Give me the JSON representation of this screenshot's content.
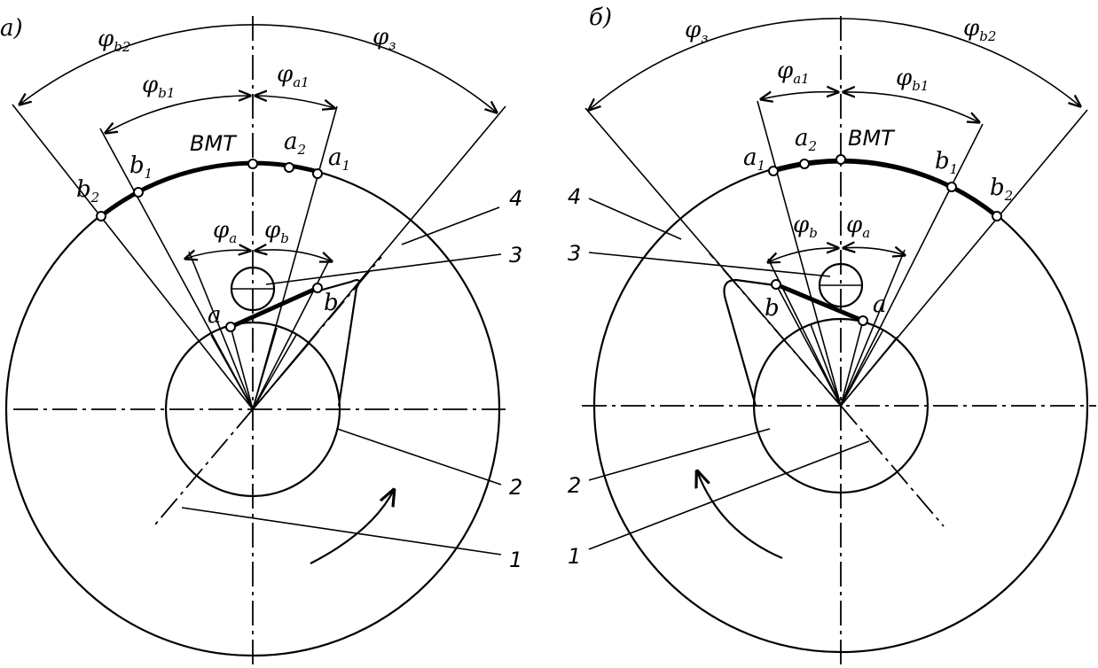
{
  "panels": [
    {
      "id": "a",
      "tag": "а)",
      "phi_b2": "φ",
      "phi_b2_sub": "b2",
      "phi_z": "φ",
      "phi_z_sub": "з",
      "phi_b1": "φ",
      "phi_b1_sub": "b1",
      "phi_a1": "φ",
      "phi_a1_sub": "a1",
      "phi_a": "φ",
      "phi_a_sub": "a",
      "phi_b": "φ",
      "phi_b_sub": "b",
      "vmt": "BMT",
      "b2": "b",
      "b2_sub": "2",
      "b1": "b",
      "b1_sub": "1",
      "a2": "a",
      "a2_sub": "2",
      "a1": "a",
      "a1_sub": "1",
      "a": "a",
      "b": "b",
      "n1": "1",
      "n2": "2",
      "n3": "3",
      "n4": "4"
    },
    {
      "id": "b",
      "tag": "б)",
      "phi_z": "φ",
      "phi_z_sub": "з",
      "phi_b2": "φ",
      "phi_b2_sub": "b2",
      "phi_a1": "φ",
      "phi_a1_sub": "a1",
      "phi_b1": "φ",
      "phi_b1_sub": "b1",
      "phi_b": "φ",
      "phi_b_sub": "b",
      "phi_a": "φ",
      "phi_a_sub": "a",
      "vmt": "BMT",
      "a1": "a",
      "a1_sub": "1",
      "a2": "a",
      "a2_sub": "2",
      "b1": "b",
      "b1_sub": "1",
      "b2": "b",
      "b2_sub": "2",
      "a": "a",
      "b": "b",
      "n1": "1",
      "n2": "2",
      "n3": "3",
      "n4": "4"
    }
  ]
}
